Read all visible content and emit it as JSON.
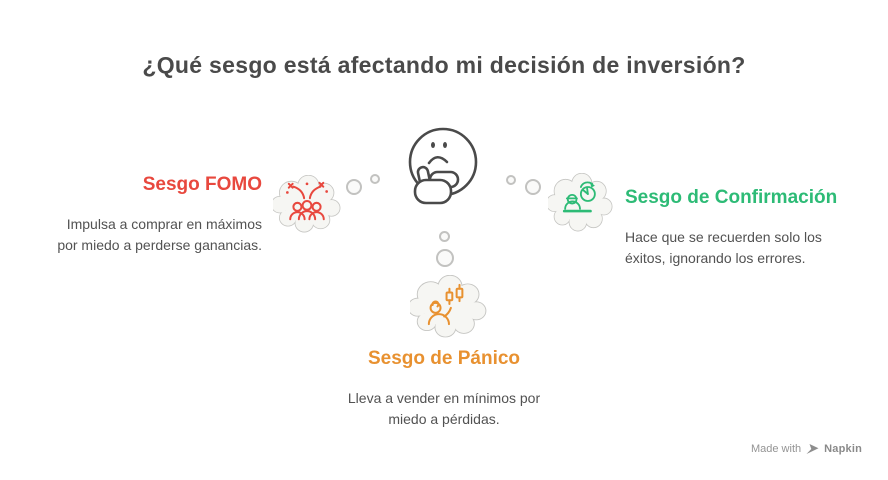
{
  "title": "¿Qué sesgo está afectando mi decisión de inversión?",
  "center": {
    "icon": "thinking-face-icon"
  },
  "biases": [
    {
      "id": "fomo",
      "label": "Sesgo FOMO",
      "description": "Impulsa a comprar en máximos por miedo a perderse ganancias.",
      "icon": "crowd-celebration-icon",
      "color": "#e8483e",
      "position": "left"
    },
    {
      "id": "confirmacion",
      "label": "Sesgo de Confirmación",
      "description": "Hace que se recuerden solo los éxitos, ignorando los errores.",
      "icon": "person-review-cycle-icon",
      "color": "#2dbb76",
      "position": "right"
    },
    {
      "id": "panico",
      "label": "Sesgo de Pánico",
      "description": "Lleva a vender en mínimos por miedo a pérdidas.",
      "icon": "person-candlestick-icon",
      "color": "#e89130",
      "position": "bottom"
    }
  ],
  "watermark": {
    "made_with": "Made with",
    "brand": "Napkin",
    "icon": "napkin-pen-icon"
  },
  "colors": {
    "title": "#4a4a4a",
    "body": "#525252",
    "fomo": "#e8483e",
    "confirmation": "#2dbb76",
    "panic": "#e89130",
    "cloud-fill": "#f6f6f3",
    "cloud-border": "#c5c5c2",
    "face": "#4a4a4a",
    "watermark": "#949494"
  }
}
